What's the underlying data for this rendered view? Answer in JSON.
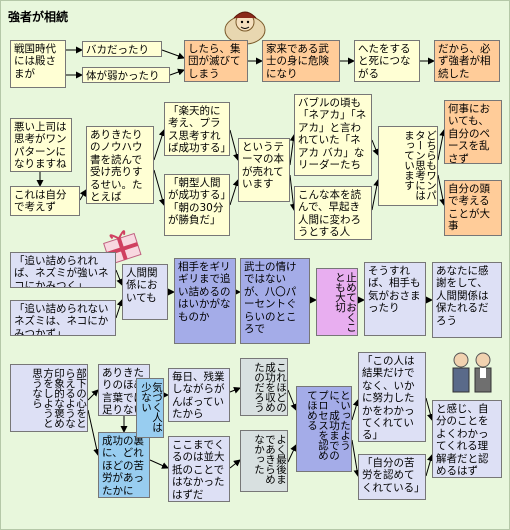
{
  "title": "強者が相続",
  "colors": {
    "panel": "#e8f7dc",
    "yellow": "#ffffd4",
    "orange": "#ffcc99",
    "lavender": "#dde0f5",
    "blue": "#a4ace8",
    "pink": "#e8aef0",
    "cyan": "#98cdf0",
    "gray": "#d8e0e0",
    "arrow": "#000000"
  },
  "illustrations": [
    "samurai-figure",
    "gift-box",
    "businessmen-figures"
  ],
  "row1": {
    "n1": "戦国時代には殿さまが",
    "n2": "バカだったり",
    "n3": "体が弱かったり",
    "n4": "したら、集団が滅びてしまう",
    "n5": "家来である武士の身に危険になり",
    "n6": "へたをすると死につながる",
    "n7": "だから、必ず強者が相続した"
  },
  "row2": {
    "n1": "悪い上司は思考がワンパターンになりますね",
    "n2": "これは自分で考えず",
    "n3": "ありきたりのノウハウ書を読んで受け売りするせい。たとえば",
    "n4": "「楽天的に考え、プラス思考すれば成功する」",
    "n5": "「朝型人間が成功する」「朝の30分が勝負だ」",
    "n6": "というテーマの本が売れています",
    "n7": "バブルの頃も「ネアカ」「ネアカ」と言われていた「ネアカ バカ」なリーダーたち",
    "n8": "こんな本を読んで、早起き人間に変わろうとする人",
    "n9": "どちらもワンパターン思考にはまっています",
    "n10": "何事においても、自分のペースを乱さず",
    "n11": "自分の頭で考えることが大事"
  },
  "row3": {
    "n1": "「追い詰められれば、ネズミが強いネコにかみつく」",
    "n2": "「追い詰められないネズミは、ネコにかみつかず」",
    "n3": "人間関係においても",
    "n4": "相手をギリギリまで追い詰めるのはいかがなものか",
    "n5": "武士の情けではないが、八〇パーセントぐらいのところで",
    "n6": "止めておくことも大切",
    "n7": "そうすれば、相手も気がおさまったり",
    "n8": "あなたに感謝をして、人間関係は保たれるだろう"
  },
  "row4": {
    "n1": "部下の心をとらえるような印象的な褒め方をしようと思うなら",
    "n2": "ありきたりのほめ言葉では足りない",
    "n3": "成功の裏に、どれほどの苦労があったかに",
    "n4": "気づく人は少ない",
    "n5": "毎日、残業しながらがんばっていたから",
    "n6": "ここまでくるのは並大抵のことではなかったはずだ",
    "n7": "これほどの成功を収めたのだろう",
    "n8": "よく最後まであきらめなかった",
    "n9": "といったように、成功までのプロセスを認めてほめる",
    "n10": "「この人は結果だけでなく、いかに努力したかをわかってくれている」",
    "n11": "「自分の苦労を認めてくれている」",
    "n12": "と感じ、自分のことをよくわかってくれる理解者だと認めるはず"
  }
}
